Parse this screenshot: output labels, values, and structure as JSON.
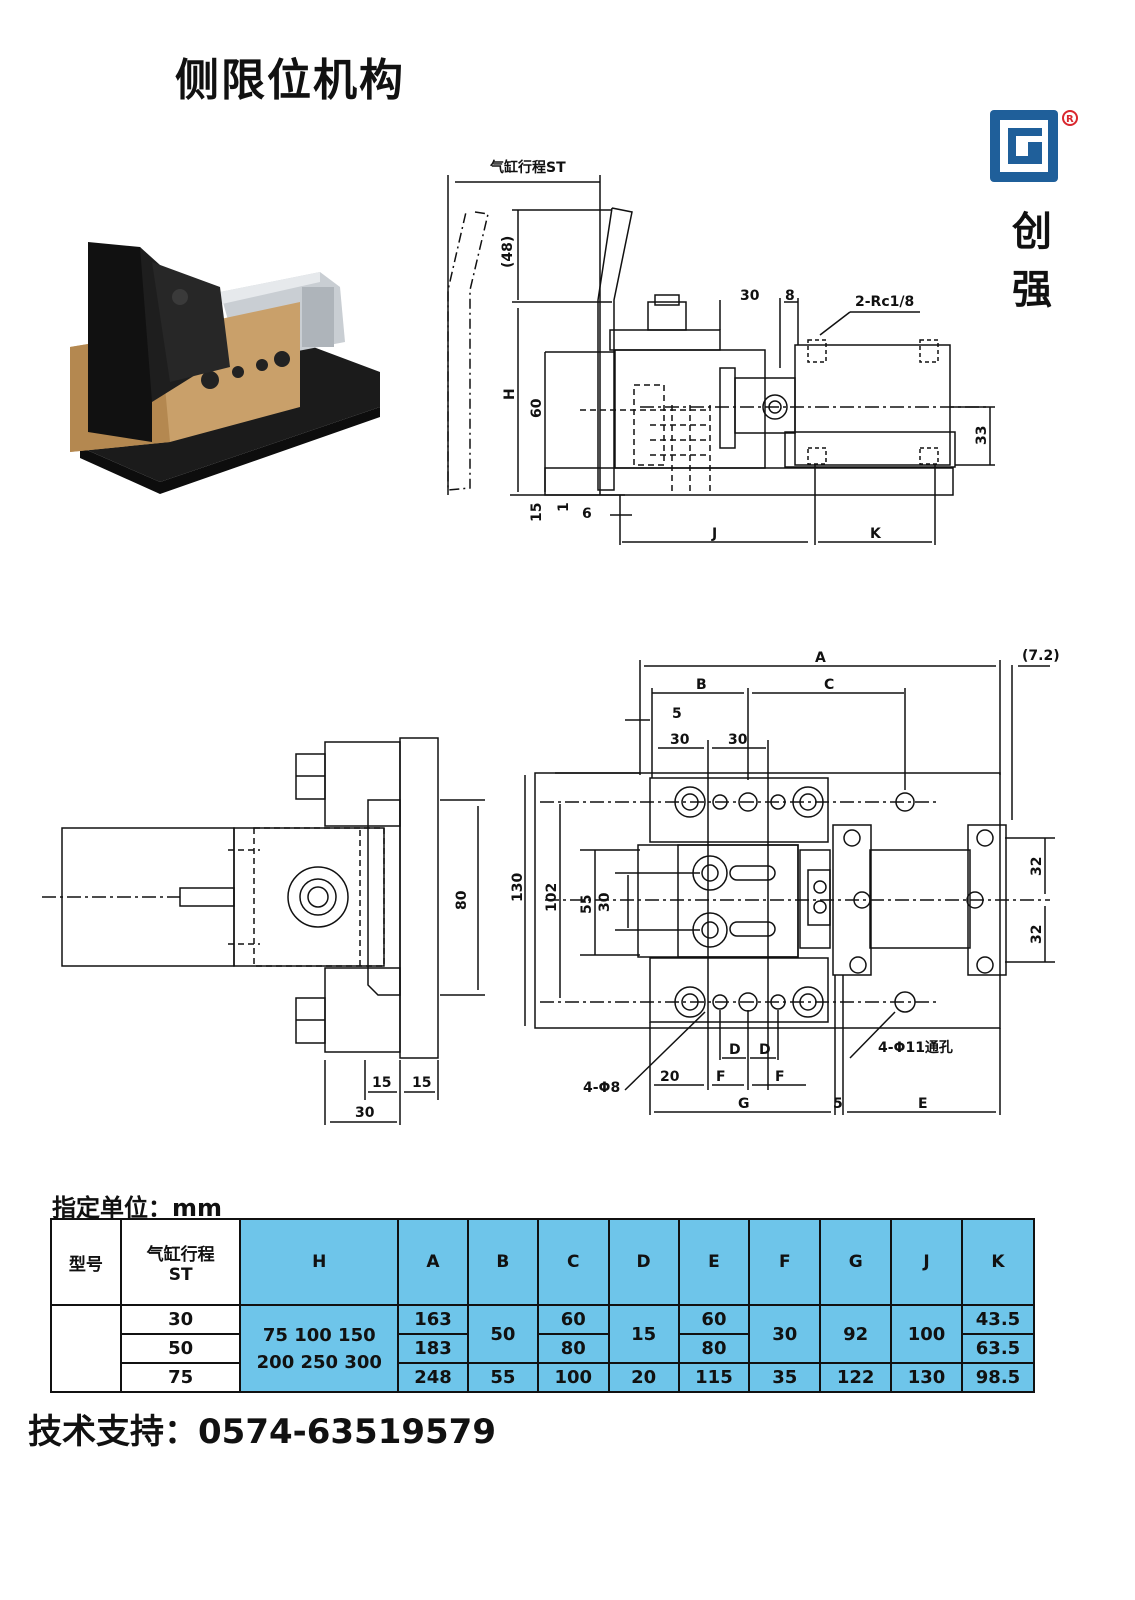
{
  "title": "侧限位机构",
  "brand": {
    "chars": [
      "创",
      "强"
    ],
    "logo_color": "#1f5f9a",
    "accent_color": "#d9272e"
  },
  "drawing_labels": {
    "stroke_label": "气缸行程ST",
    "d48": "(48)",
    "d30": "30",
    "d8": "8",
    "rc": "2-Rc1/8",
    "H": "H",
    "d60": "60",
    "d33": "33",
    "d15": "15",
    "d1": "1",
    "d6": "6",
    "J": "J",
    "K": "K",
    "A": "A",
    "d72": "(7.2)",
    "B": "B",
    "C": "C",
    "d5": "5",
    "d30a": "30",
    "d30b": "30",
    "d130": "130",
    "d102": "102",
    "d55": "55",
    "d30c": "30",
    "d32a": "32",
    "d32b": "32",
    "d80": "80",
    "D1": "D",
    "D2": "D",
    "hole11": "4-Φ11通孔",
    "phi8": "4-Φ8",
    "d20": "20",
    "F1": "F",
    "F2": "F",
    "G": "G",
    "d5b": "5",
    "E": "E",
    "d15a": "15",
    "d15b": "15",
    "d30d": "30"
  },
  "unit_label": "指定单位：mm",
  "table": {
    "header": {
      "model": "型号",
      "stroke_line1": "气缸行程",
      "stroke_line2": "ST",
      "cols": [
        "H",
        "A",
        "B",
        "C",
        "D",
        "E",
        "F",
        "G",
        "J",
        "K"
      ]
    },
    "h_line1": "75 100 150",
    "h_line2": "200 250 300",
    "rows": [
      {
        "st": "30",
        "A": "163",
        "C": "60",
        "E": "60",
        "K": "43.5"
      },
      {
        "st": "50",
        "A": "183",
        "C": "80",
        "E": "80",
        "K": "63.5"
      },
      {
        "st": "75",
        "A": "248",
        "B": "55",
        "C": "100",
        "D": "20",
        "E": "115",
        "F": "35",
        "G": "122",
        "J": "130",
        "K": "98.5"
      }
    ],
    "shared": {
      "B": "50",
      "D": "15",
      "F": "30",
      "G": "92",
      "J": "100"
    },
    "color_header": "#6ec5ea"
  },
  "support": "技术支持：0574-63519579"
}
